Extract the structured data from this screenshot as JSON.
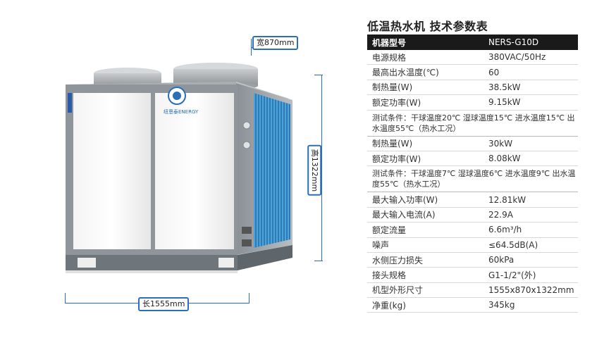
{
  "dimensions": {
    "width_label": "宽870mm",
    "height_label": "高1322mm",
    "length_label": "长1555mm"
  },
  "brand_logo_text": "纽恩泰ENERGY",
  "specs": {
    "title": "低温热水机 技术参数表",
    "header": {
      "key": "机器型号",
      "value": "NERS-G10D"
    },
    "group1": [
      {
        "key": "电源规格",
        "value": "380VAC/50Hz"
      },
      {
        "key": "最高出水温度(℃)",
        "value": "60"
      },
      {
        "key": "制热量(W)",
        "value": "38.5kW"
      },
      {
        "key": "额定功率(W)",
        "value": "9.15kW"
      }
    ],
    "note1": "测试条件：干球温度20℃ 湿球温度15℃ 进水温度15℃ 出水温度55℃（热水工况）",
    "group2": [
      {
        "key": "制热量(W)",
        "value": "30kW"
      },
      {
        "key": "额定功率(W)",
        "value": "8.08kW"
      }
    ],
    "note2": "测试条件：干球温度7℃ 湿球温度6℃ 进水温度9℃ 出水温度55℃（热水工况）",
    "group3": [
      {
        "key": "最大输入功率(W)",
        "value": "12.81kW"
      },
      {
        "key": "最大输入电流(A)",
        "value": "22.9A"
      },
      {
        "key": "额定流量",
        "value": "6.6m³/h"
      },
      {
        "key": "噪声",
        "value": "≤64.5dB(A)"
      },
      {
        "key": "水侧压力损失",
        "value": "60kPa"
      },
      {
        "key": "接头规格",
        "value": "G1-1/2\"(外)"
      },
      {
        "key": "机型外形尺寸",
        "value": "1555x870x1322mm"
      },
      {
        "key": "净重(kg)",
        "value": "345kg"
      }
    ]
  }
}
